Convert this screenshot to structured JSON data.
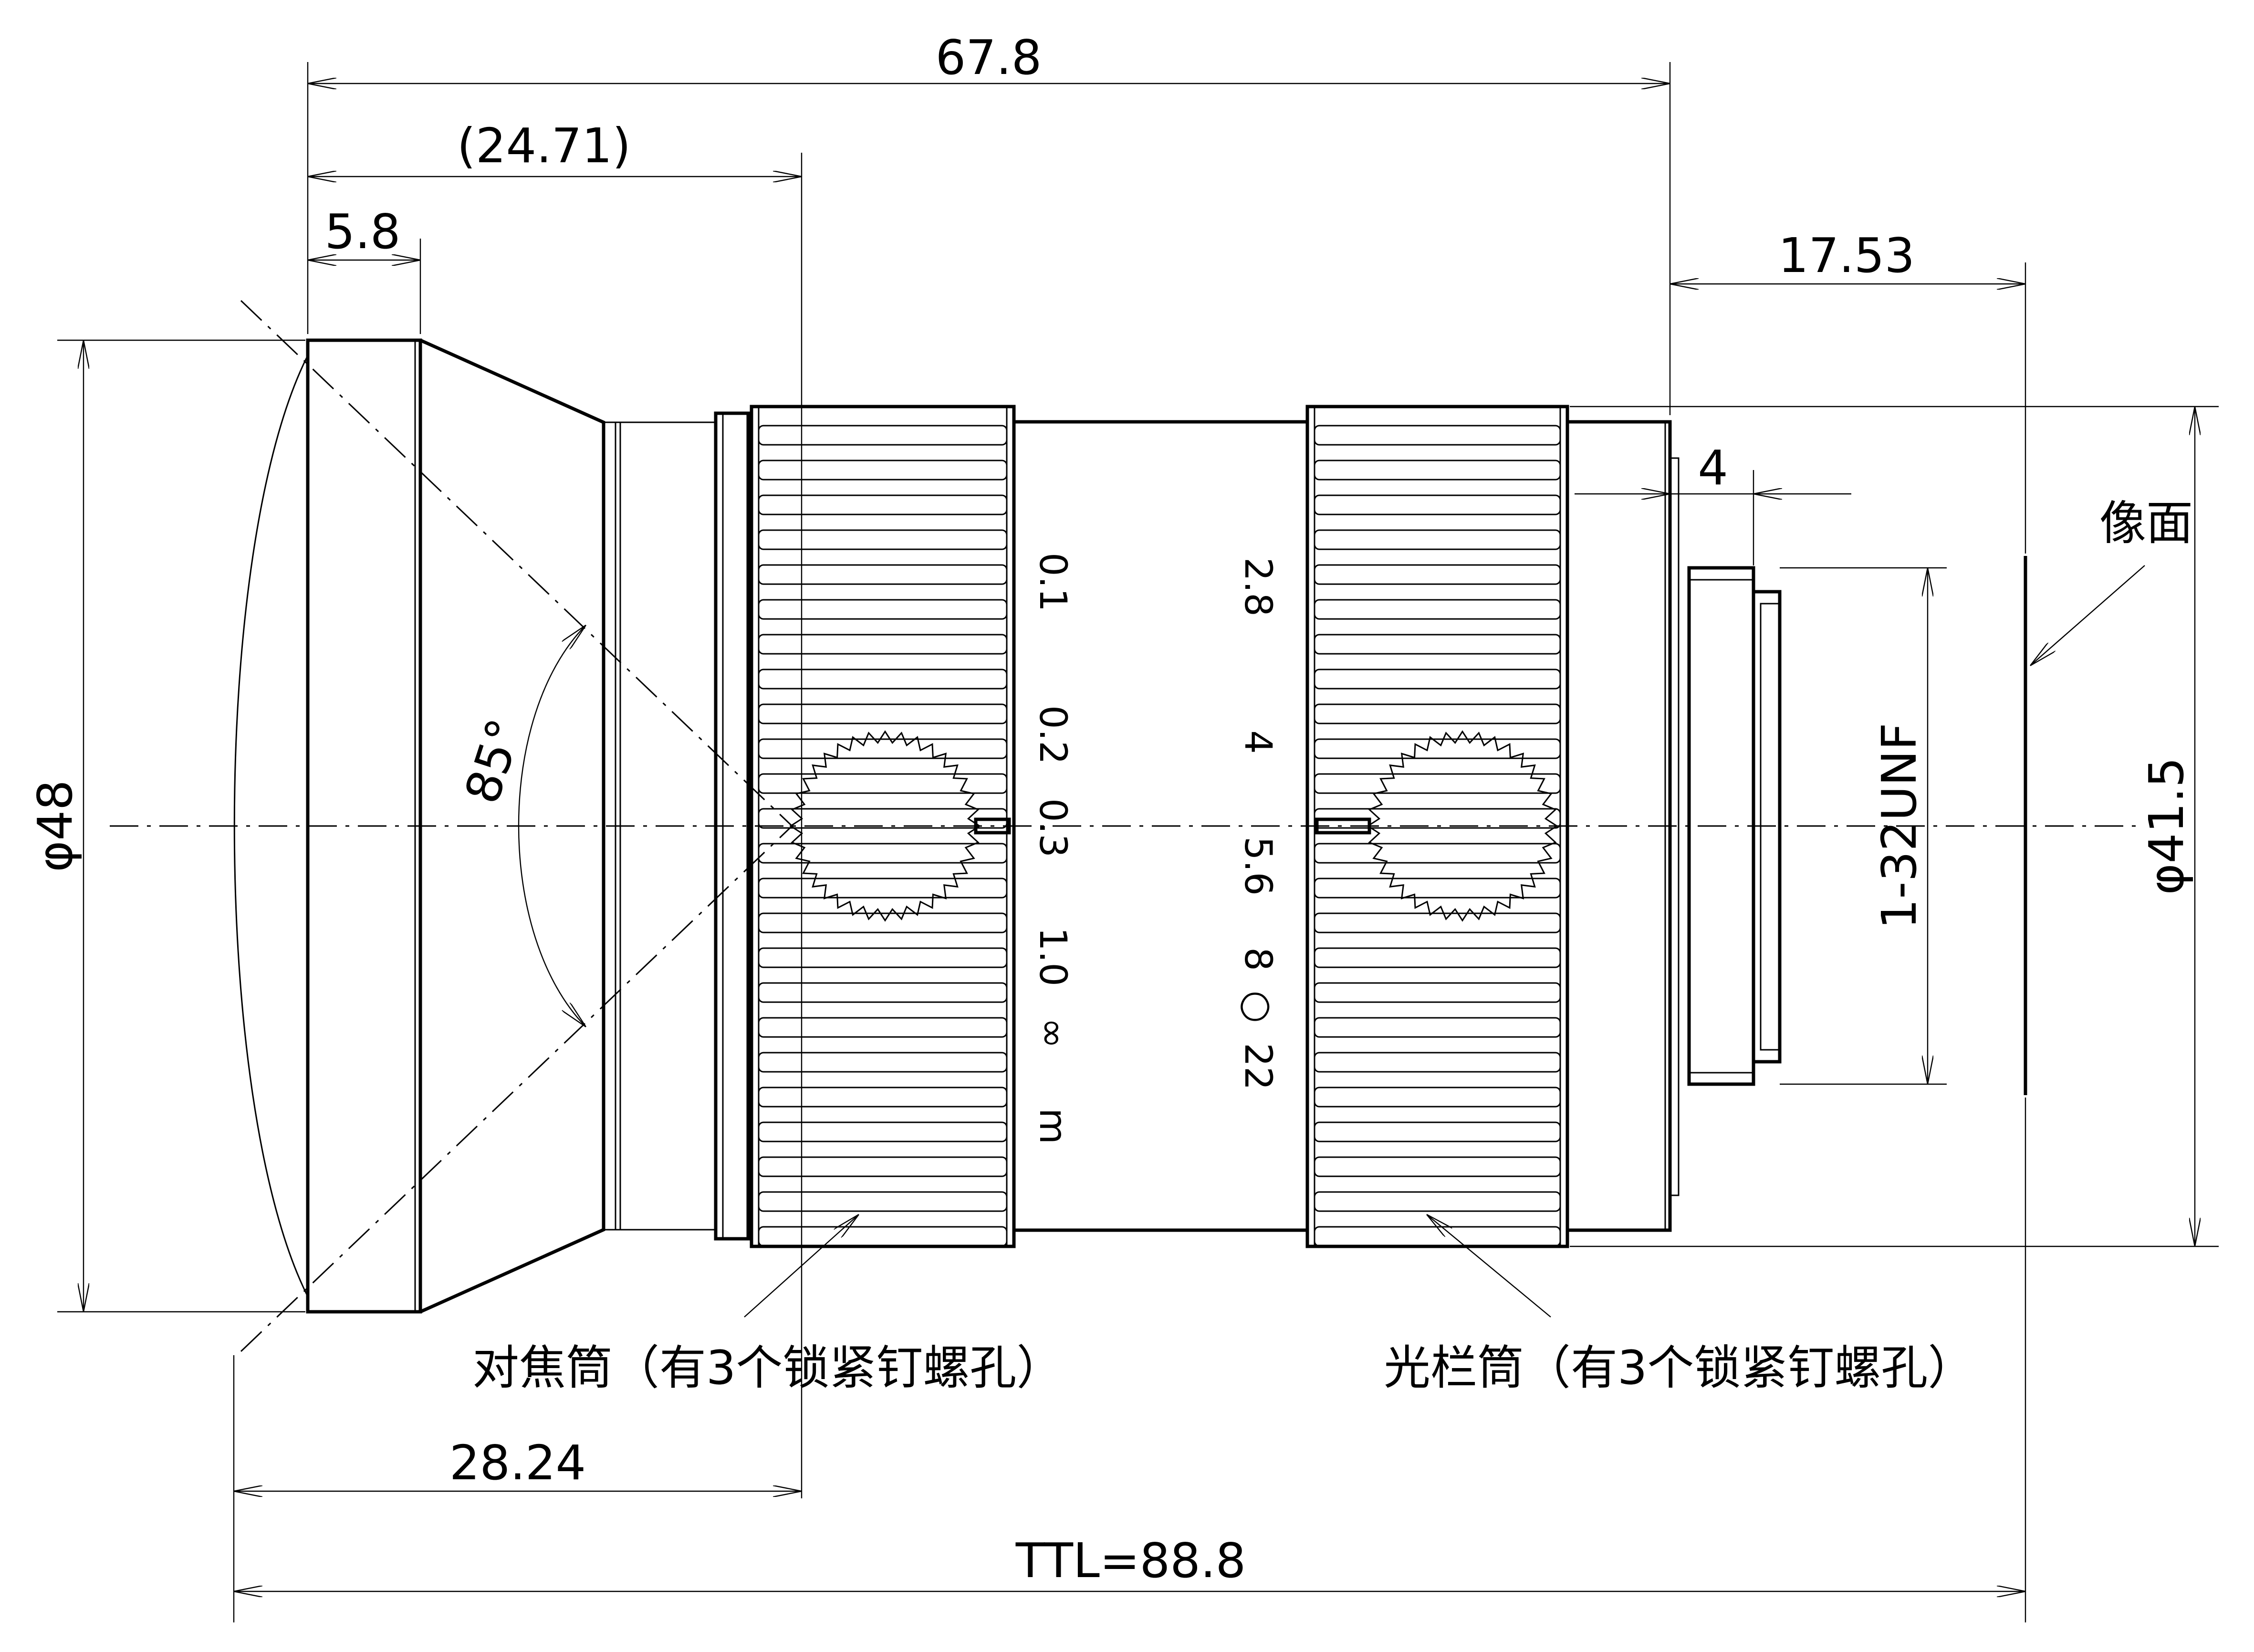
{
  "dimensions": {
    "overall_body": "67.8",
    "front_to_focus_ring": "(24.71)",
    "front_section": "5.8",
    "back_flange": "17.53",
    "mount_step": "4",
    "front_diameter": "φ48",
    "field_angle": "85°",
    "thread": "1-32UNF",
    "rear_diameter": "φ41.5",
    "front_to_focus_ring_edge": "28.24",
    "total_length": "TTL=88.8"
  },
  "labels": {
    "image_plane": "像面",
    "focus_barrel": "对焦筒（有3个锁紧钉螺孔）",
    "iris_barrel": "光栏筒（有3个锁紧钉螺孔）"
  },
  "focus_scale": {
    "values": [
      "0.1",
      "0.2",
      "0.3",
      "1.0",
      "∞"
    ],
    "unit": "m"
  },
  "aperture_scale": {
    "values": [
      "2.8",
      "4",
      "5.6",
      "8",
      "○",
      "22"
    ]
  }
}
